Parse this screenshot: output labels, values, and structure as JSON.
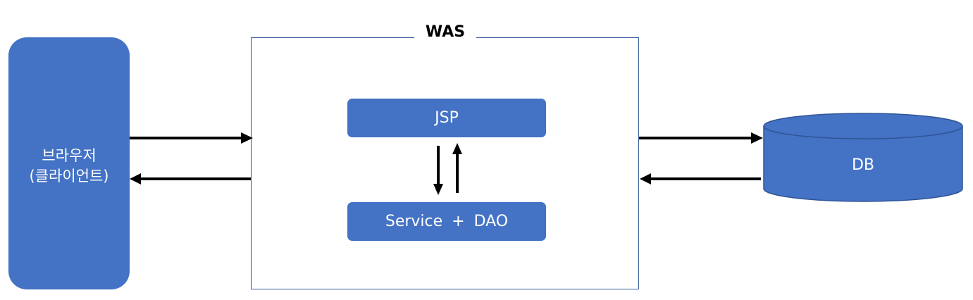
{
  "client": {
    "line1": "브라우저",
    "line2": "(클라이언트)"
  },
  "was": {
    "title": "WAS",
    "jsp_label": "JSP",
    "service_label": "Service + DAO"
  },
  "db": {
    "label": "DB"
  },
  "colors": {
    "node_fill": "#4472C4",
    "container_border": "#2F5597",
    "arrow": "#000000"
  }
}
